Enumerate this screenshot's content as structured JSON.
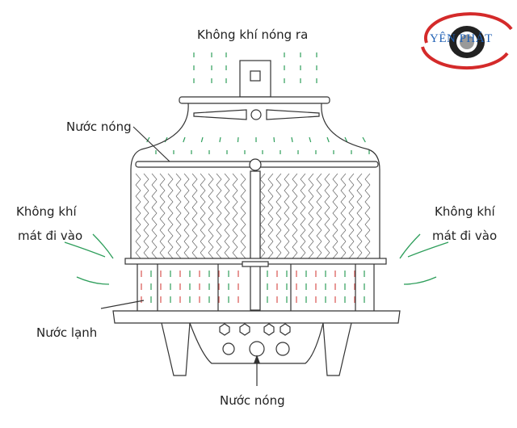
{
  "logo": {
    "text": "YÊN PHÁT",
    "colors": {
      "red": "#d42a2a",
      "blue": "#1e5fb4",
      "dark": "#222222"
    }
  },
  "labels": {
    "hot_air_out": "Không khí nóng ra",
    "hot_water_in": "Nước nóng",
    "cool_air_left_line1": "Không khí",
    "cool_air_left_line2": "mát đi vào",
    "cool_air_right_line1": "Không khí",
    "cool_air_right_line2": "mát đi vào",
    "cold_water": "Nước lạnh",
    "hot_water_bottom": "Nước nóng"
  },
  "colors": {
    "air": "#2e9e5b",
    "water": "#d9534f",
    "outline": "#333333"
  }
}
